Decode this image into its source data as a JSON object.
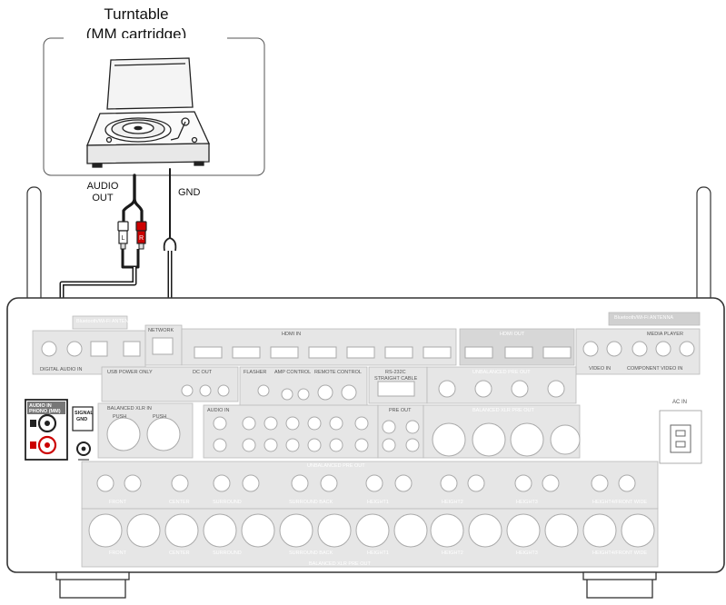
{
  "turntable": {
    "title": "Turntable",
    "subtitle": "(MM cartridge)"
  },
  "cables": {
    "audio_out": "AUDIO\nOUT",
    "audio_out_line1": "AUDIO",
    "audio_out_line2": "OUT",
    "gnd": "GND"
  },
  "receiver": {
    "phono_label_1": "AUDIO IN",
    "phono_label_2": "PHONO (MM)",
    "signal_gnd_1": "SIGNAL",
    "signal_gnd_2": "GND",
    "antenna_left": "Bluetooth/Wi-Fi ANTENNA",
    "antenna_right": "Bluetooth/Wi-Fi ANTENNA",
    "hdmi_in": "HDMI IN",
    "hdmi_out": "HDMI OUT",
    "network": "NETWORK",
    "media_player": "MEDIA PLAYER",
    "dc_out": "DC OUT",
    "flasher": "FLASHER",
    "amp_control": "AMP CONTROL",
    "remote_control": "REMOTE CONTROL",
    "rs232c": "RS-232C",
    "straight_cable": "STRAIGHT CABLE",
    "unbalanced_pre_out": "UNBALANCED PRE OUT",
    "balanced_xlr_pre_out": "BALANCED XLR PRE OUT",
    "balanced_xlr_in": "BALANCED XLR IN",
    "audio_in": "AUDIO IN",
    "pre_out": "PRE OUT",
    "ac_in": "AC IN",
    "usb_power": "USB POWER ONLY",
    "digital_audio_in": "DIGITAL AUDIO IN",
    "video_in": "VIDEO IN",
    "component_video_in": "COMPONENT VIDEO IN",
    "front": "FRONT",
    "center": "CENTER",
    "surround": "SURROUND",
    "surround_back": "SURROUND BACK",
    "height1": "HEIGHT1",
    "height2": "HEIGHT2",
    "height3": "HEIGHT3",
    "height4": "HEIGHT4/FRONT WIDE",
    "push": "PUSH"
  },
  "colors": {
    "panel_fill": "#e6e6e6",
    "panel_dark": "#bdbdbd",
    "cable_black": "#1a1a1a",
    "cable_red": "#cc0000",
    "outline": "#222222",
    "label_bg": "#c8c8c8"
  }
}
